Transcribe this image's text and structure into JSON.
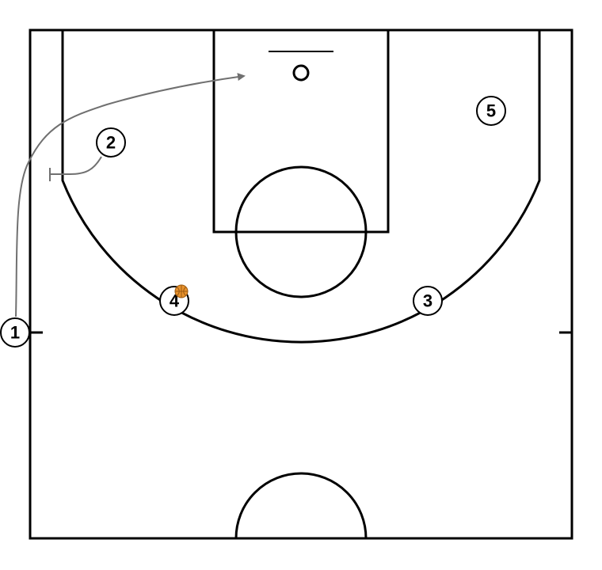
{
  "colors": {
    "court_lines": "#000000",
    "movement_path": "#707070",
    "ball": "#e8922c",
    "background": "#ffffff"
  },
  "players": [
    {
      "id": "p1",
      "label": "1"
    },
    {
      "id": "p2",
      "label": "2"
    },
    {
      "id": "p3",
      "label": "3"
    },
    {
      "id": "p4",
      "label": "4"
    },
    {
      "id": "p5",
      "label": "5"
    }
  ],
  "actions": [
    {
      "type": "cut",
      "player": "1",
      "icon": "arrow-head-icon"
    },
    {
      "type": "screen",
      "player": "2",
      "icon": "screen-bar-icon"
    }
  ],
  "ball": {
    "holder": "4",
    "icon": "basketball-icon"
  }
}
